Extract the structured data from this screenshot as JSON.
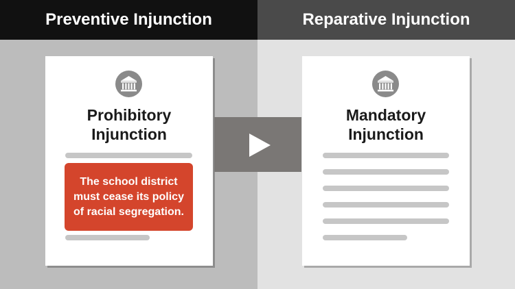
{
  "left": {
    "header": "Preventive Injunction",
    "card_title_line1": "Prohibitory",
    "card_title_line2": "Injunction",
    "highlight_line1": "The school district",
    "highlight_line2": "must cease its policy",
    "highlight_line3": "of racial segregation.",
    "highlight_color": "#d4452c"
  },
  "right": {
    "header": "Reparative Injunction",
    "card_title_line1": "Mandatory",
    "card_title_line2": "Injunction"
  },
  "icons": {
    "seal": "courthouse-icon",
    "arrow": "play-arrow-icon"
  },
  "colors": {
    "left_header_bg": "#111111",
    "right_header_bg": "#4a4a4a",
    "left_panel_bg": "#bcbcbc",
    "right_panel_bg": "#e2e2e2"
  }
}
